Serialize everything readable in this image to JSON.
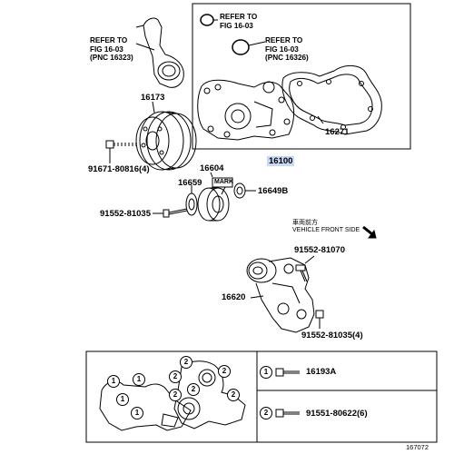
{
  "refs": {
    "ref1": [
      "REFER TO",
      "FIG 16-03",
      "(PNC 16323)"
    ],
    "ref2": [
      "REFER TO",
      "FIG 16-03"
    ],
    "ref3": [
      "REFER TO",
      "FIG 16-03",
      "(PNC 16326)"
    ]
  },
  "parts": {
    "p16173": "16173",
    "p16271": "16271",
    "p16100": "16100",
    "p91671": "91671-80816(4)",
    "p16604": "16604",
    "p16659": "16659",
    "p16649B": "16649B",
    "p91552_81035": "91552-81035",
    "p91552_81070": "91552-81070",
    "p16620": "16620",
    "p91552_81035_4": "91552-81035(4)",
    "p16193A": "16193A",
    "p91551": "91551-80622(6)"
  },
  "mark_label": "MARK",
  "vehicle_front": {
    "jp": "車両前方",
    "en": "VEHICLE FRONT SIDE"
  },
  "legend_keys": [
    "1",
    "2"
  ],
  "figure_no": "167072"
}
